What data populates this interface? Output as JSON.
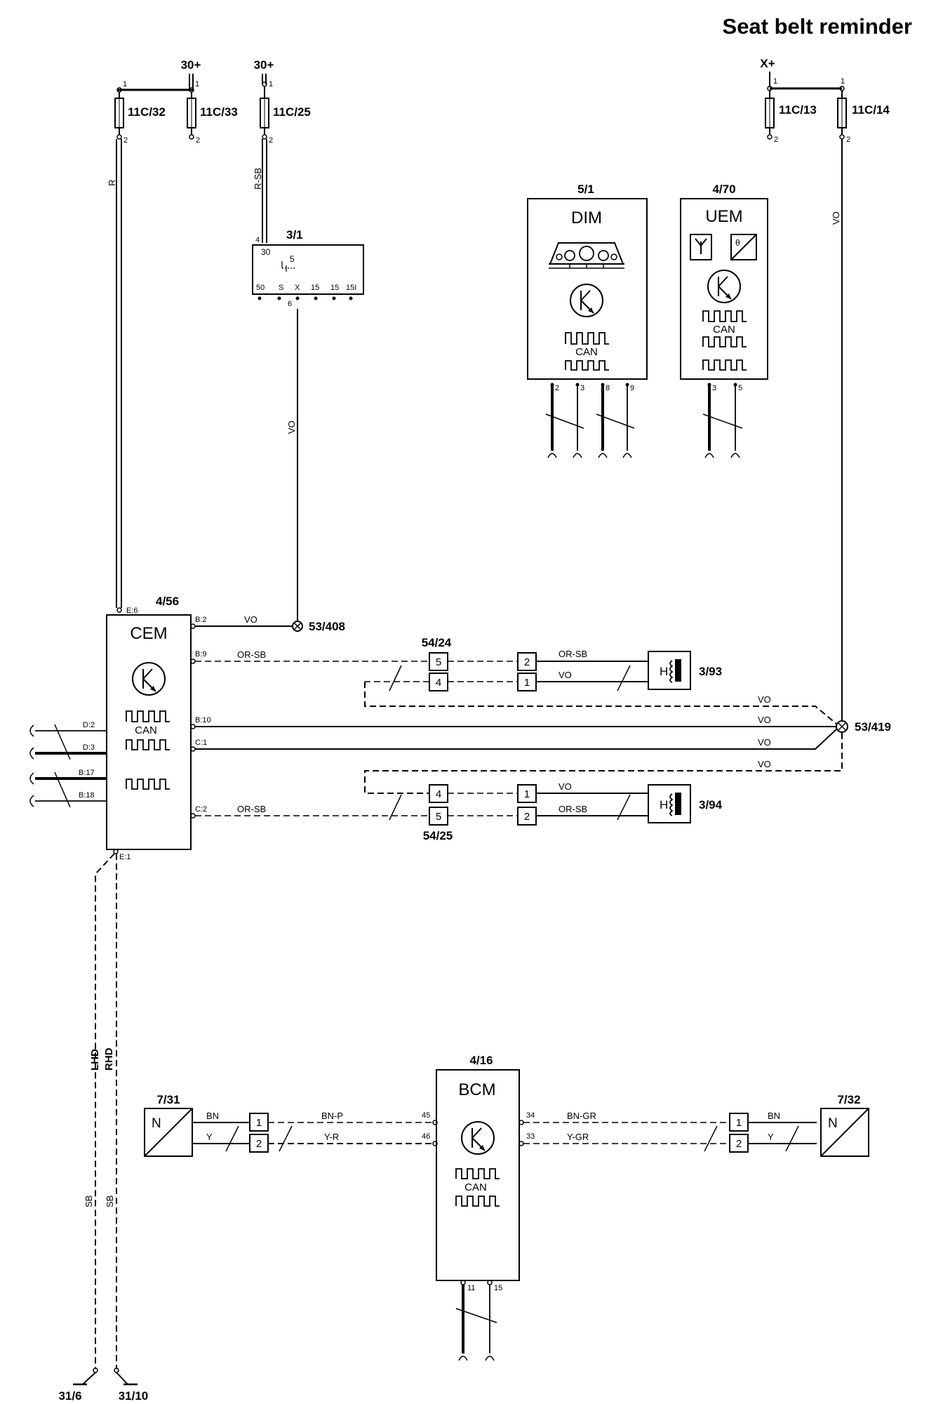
{
  "title": "Seat belt reminder",
  "supplies": {
    "batt_left": "30+",
    "batt_right": "30+",
    "ignition": "X+"
  },
  "fuses": [
    {
      "id": "11C/32",
      "pin_top": "1",
      "pin_bottom": "2"
    },
    {
      "id": "11C/33",
      "pin_top": "1",
      "pin_bottom": "2"
    },
    {
      "id": "11C/25",
      "pin_top": "1",
      "pin_bottom": "2"
    },
    {
      "id": "11C/13",
      "pin_top": "1",
      "pin_bottom": "2"
    },
    {
      "id": "11C/14",
      "pin_top": "1",
      "pin_bottom": "2"
    }
  ],
  "ignition_switch": {
    "id": "3/1",
    "pin_in": "4",
    "top_label": "30",
    "contact_label": "5",
    "terminals": [
      "50",
      "S",
      "X",
      "15",
      "15",
      "15I"
    ],
    "out_pin": "6"
  },
  "modules": {
    "cem": {
      "id": "4/56",
      "name": "CEM",
      "can": "CAN"
    },
    "dim": {
      "id": "5/1",
      "name": "DIM",
      "can": "CAN",
      "pins": [
        "2",
        "3",
        "8",
        "9"
      ]
    },
    "uem": {
      "id": "4/70",
      "name": "UEM",
      "can": "CAN",
      "pins": [
        "3",
        "5"
      ]
    },
    "bcm": {
      "id": "4/16",
      "name": "BCM",
      "can": "CAN"
    }
  },
  "cem_pins": {
    "e6": "E:6",
    "b2": "B:2",
    "b9": "B:9",
    "b10": "B:10",
    "c1": "C:1",
    "c2": "C:2",
    "e1": "E:1",
    "d2": "D:2",
    "d3": "D:3",
    "b17": "B:17",
    "b18": "B:18"
  },
  "bcm_pins": [
    "45",
    "46",
    "34",
    "33",
    "11",
    "15"
  ],
  "splices": {
    "s1": "53/408",
    "s2": "53/419"
  },
  "connectors": {
    "c5424": {
      "id": "54/24",
      "pins": [
        "5",
        "4"
      ]
    },
    "c5425": {
      "id": "54/25",
      "pins": [
        "4",
        "5"
      ]
    },
    "lamp_93": [
      "2",
      "1"
    ],
    "lamp_94": [
      "1",
      "2"
    ],
    "left_sw": [
      "1",
      "2"
    ],
    "right_sw": [
      "1",
      "2"
    ]
  },
  "lamps": {
    "l1": "3/93",
    "l2": "3/94",
    "glyph": "H"
  },
  "sensors": {
    "left": "7/31",
    "right": "7/32",
    "glyph": "N"
  },
  "wire_colors": {
    "r": "R",
    "rsb": "R-SB",
    "vo": "VO",
    "orsb": "OR-SB",
    "sb": "SB",
    "bn": "BN",
    "y": "Y",
    "bnp": "BN-P",
    "yr": "Y-R",
    "bngr": "BN-GR",
    "ygr": "Y-GR"
  },
  "variants": {
    "lhd": "LHD",
    "rhd": "RHD"
  },
  "grounds": {
    "g1": "31/6",
    "g2": "31/10"
  }
}
